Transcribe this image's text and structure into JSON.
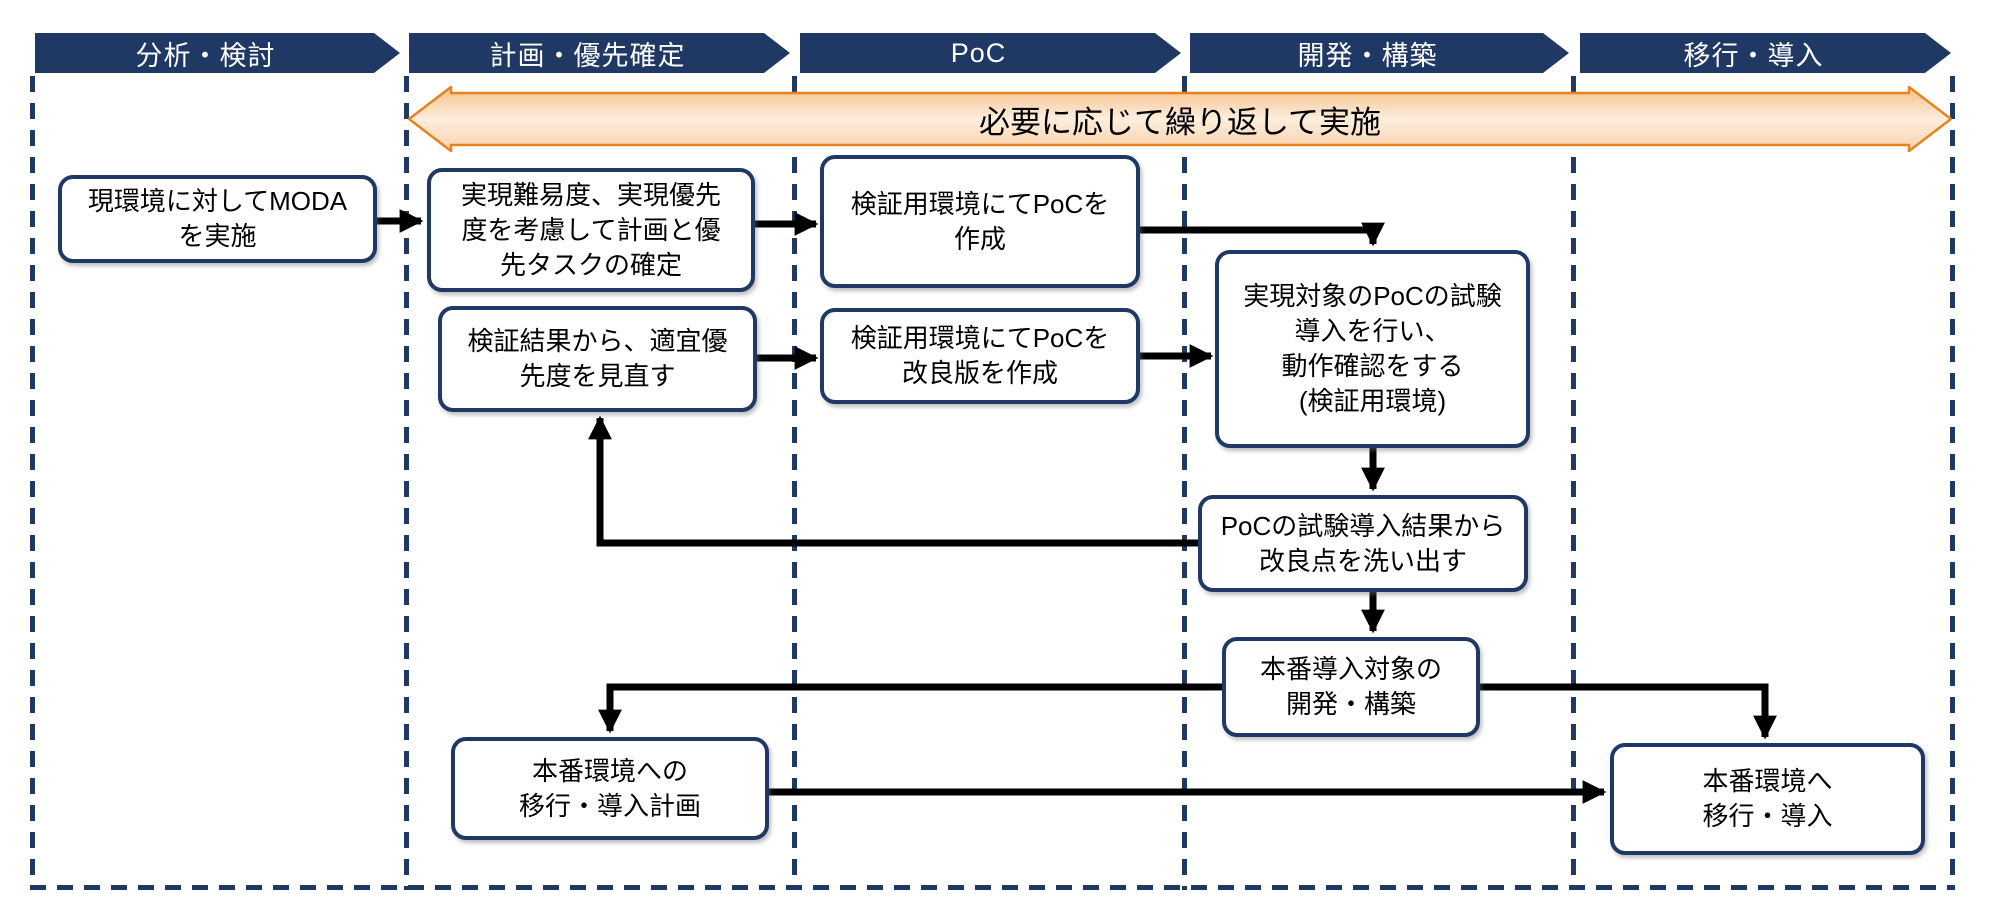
{
  "colors": {
    "navy": "#1f3864",
    "box-bg": "#ffffff",
    "text": "#000000",
    "arrow-black": "#000000",
    "orange-border": "#e8821e",
    "orange-top": "#f5bf88",
    "orange-mid": "#fdeedd",
    "orange-bottom": "#f8d2ab"
  },
  "phases": [
    {
      "label": "分析・検討"
    },
    {
      "label": "計画・優先確定"
    },
    {
      "label": "PoC"
    },
    {
      "label": "開発・構築"
    },
    {
      "label": "移行・導入"
    }
  ],
  "repeat_banner": {
    "label": "必要に応じて繰り返して実施"
  },
  "boxes": [
    {
      "id": "moda",
      "text": "現環境に対してMODA\nを実施"
    },
    {
      "id": "plan-priority",
      "text": "実現難易度、実現優先\n度を考慮して計画と優\n先タスクの確定"
    },
    {
      "id": "poc-create",
      "text": "検証用環境にてPoCを\n作成"
    },
    {
      "id": "review-priority",
      "text": "検証結果から、適宜優\n先度を見直す"
    },
    {
      "id": "poc-improve",
      "text": "検証用環境にてPoCを\n改良版を作成"
    },
    {
      "id": "poc-trial",
      "text": "実現対象のPoCの試験\n導入を行い、\n動作確認をする\n(検証用環境)"
    },
    {
      "id": "poc-findings",
      "text": "PoCの試験導入結果から\n改良点を洗い出す"
    },
    {
      "id": "dev-build",
      "text": "本番導入対象の\n開発・構築"
    },
    {
      "id": "migration-plan",
      "text": "本番環境への\n移行・導入計画"
    },
    {
      "id": "migrate",
      "text": "本番環境へ\n移行・導入"
    }
  ]
}
